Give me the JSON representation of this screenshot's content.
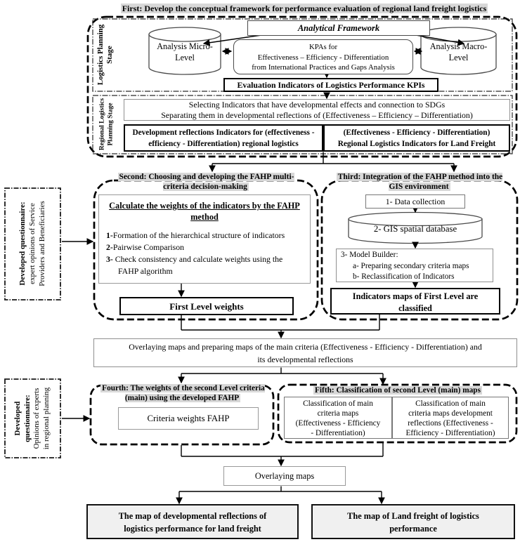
{
  "colors": {
    "title_highlight": "#d8d8d8",
    "output_box_fill": "#f0f0f0",
    "gray_border": "#8f8f8f",
    "text": "#000000"
  },
  "stage1": {
    "title": "First: Develop the conceptual framework for performance evaluation of regional land freight logistics",
    "side_label_top": "Logistics Planning\nStage",
    "side_label_bottom": "Regional Logistics\nPlanning Stage",
    "analytical_framework": "Analytical Framework",
    "micro_cylinder": "Analysis Micro-\nLevel",
    "macro_cylinder": "Analysis Macro-\nLevel",
    "kpas_box": "KPAs for\nEffectiveness – Efficiency - Differentiation\nfrom International Practices and Gaps Analysis",
    "evaluation_box": "Evaluation Indicators of Logistics Performance KPIs",
    "selecting_box": "Selecting Indicators that have developmental effects and connection to SDGs\nSeparating them in developmental reflections of (Effectiveness – Efficiency – Differentiation)",
    "dev_reflections_box": "Development reflections Indicators for (effectiveness -\nefficiency - Differentiation) regional logistics",
    "regional_indicators_box": "(Effectiveness - Efficiency - Differentiation)\nRegional Logistics Indicators for Land Freight"
  },
  "questionnaire_service": {
    "bold": "Developed questionnaire:",
    "rest": "expert opinions of Service\nProviders and Beneficiaries"
  },
  "questionnaire_experts": {
    "bold": "Developed\nquestionnaire:",
    "rest": "Opinions of experts\nin regional planning"
  },
  "second": {
    "title": "Second: Choosing and developing the FAHP multi-\ncriteria decision-making",
    "calc_heading": "Calculate the weights of the indicators by the FAHP\nmethod",
    "steps": [
      {
        "n": "1-",
        "t": "Formation of the hierarchical structure of indicators"
      },
      {
        "n": "2-",
        "t": "Pairwise Comparison"
      },
      {
        "n": "3- ",
        "t": "Check consistency and calculate weights using the\nFAHP algorithm"
      }
    ],
    "result_box": "First Level weights"
  },
  "third": {
    "title": "Third: Integration of the FAHP method into the\nGIS environment",
    "step1": "1- Data collection",
    "step2": "2- GIS spatial database",
    "step3": "3- Model Builder:\n      a- Preparing secondary criteria maps\n      b- Reclassification of Indicators",
    "result_box": "Indicators maps of First Level are\nclassified"
  },
  "overlay_main": "Overlaying maps and preparing maps of the main criteria (Effectiveness - Efficiency - Differentiation) and\nits developmental reflections",
  "fourth": {
    "title": "Fourth: The weights of the second Level criteria\n(main) using the developed FAHP",
    "box": "Criteria weights FAHP"
  },
  "fifth": {
    "title": "Fifth: Classification of second Level (main) maps",
    "left_box": "Classification of main\ncriteria maps\n(Effectiveness - Efficiency\n- Differentiation)",
    "right_box": "Classification of main\ncriteria maps development\nreflections (Effectiveness -\nEfficiency - Differentiation)"
  },
  "overlay_final": "Overlaying maps",
  "outputs": {
    "left": "The map of developmental reflections of\nlogistics performance for land freight",
    "right": "The map of Land freight of logistics\nperformance"
  }
}
